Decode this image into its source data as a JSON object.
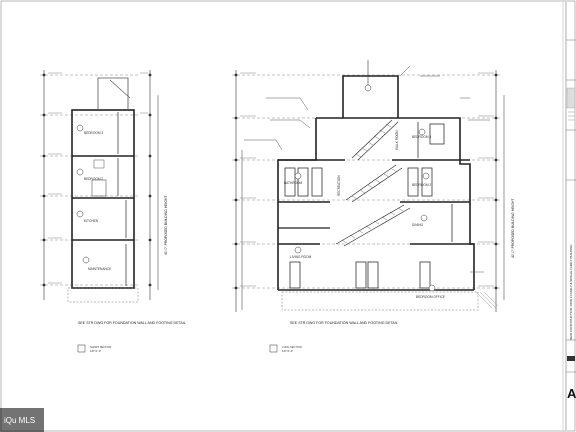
{
  "watermark": "iQu MLS",
  "sheet_letter": "A",
  "left_section": {
    "caption": "SHORT SECTION",
    "scale": "1/8\"=1'-0\"",
    "note": "SEE STR DWG FOR FOUNDATION WALL AND FOOTING DETAIL",
    "vertical_label": "40'-0\" PROPOSED BUILDING HEIGHT",
    "rooms": [
      "BEDROOM 3",
      "BEDROOM 2",
      "KITCHEN",
      "MAINTENANCE"
    ]
  },
  "right_section": {
    "caption": "LONG SECTION",
    "scale": "1/8\"=1'-0\"",
    "note": "SEE STR DWG FOR FOUNDATION WALL AND FOOTING DETAIL",
    "vertical_label": "40'-0\" PROPOSED BUILDING HEIGHT",
    "rooms": [
      "BEDROOM 3",
      "BEDROOM 2",
      "BATHROOM",
      "DINING",
      "LIVING ROOM",
      "BEDROOM OFFICE"
    ],
    "labels": [
      "WALK ROOM",
      "RECREATION"
    ]
  },
  "title_block": {
    "project": "NEW CONSTRUCTION: ROW 2 FAMILY & SINGLE FAMILY BUILDING"
  }
}
